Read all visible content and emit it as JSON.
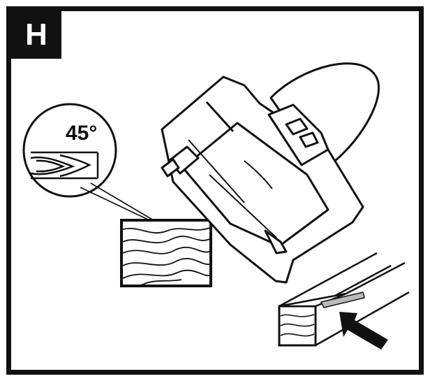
{
  "step": {
    "label": "H"
  },
  "callout": {
    "angle_label": "45°"
  },
  "icons": {
    "tool": "power-planer-icon",
    "detail": "wood-grain-detail",
    "arrow": "push-arrow-icon"
  },
  "colors": {
    "ink": "#111111",
    "paper": "#ffffff"
  }
}
